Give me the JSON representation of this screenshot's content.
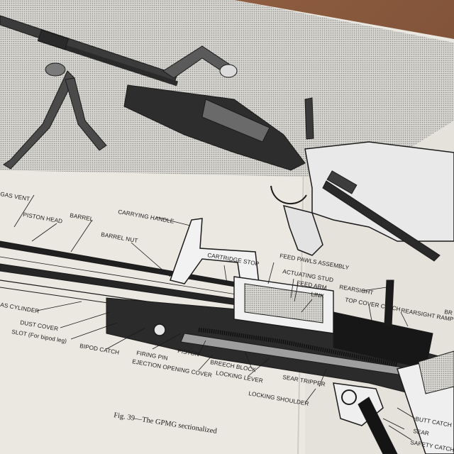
{
  "colors": {
    "table": "#8c5a3c",
    "paper": "#e9e6df",
    "paper_shadow": "#d9d6cf",
    "ink": "#1b1b1b",
    "halftone": "#b9b9b9"
  },
  "figure": {
    "caption": "Fig. 39—The GPMG sectionalized"
  },
  "labels": {
    "gas_vent": "GAS VENT",
    "piston_head": "PISTON HEAD",
    "barrel": "BARREL",
    "carrying_handle": "CARRYING HANDLE",
    "barrel_nut": "BARREL NUT",
    "cartridge_stop": "CARTRIDGE STOP",
    "feed_pawls_assembly": "FEED PAWLS ASSEMBLY",
    "actuating_stud": "ACTUATING STUD",
    "feed_arm": "FEED ARM",
    "link": "LINK",
    "rearsight": "REARSIGHT",
    "top_cover_catch": "TOP COVER CATCH",
    "rearsight_ramp": "REARSIGHT RAMP",
    "br": "BR",
    "gas_cylinder": "AS CYLINDER",
    "dust_cover": "DUST COVER",
    "slot_bipod": "SLOT (For bipod leg)",
    "bipod_catch": "BIPOD CATCH",
    "firing_pin": "FIRING PIN",
    "piston": "PISTON",
    "breech_block": "BREECH BLOCK",
    "ejection_opening_cover": "EJECTION OPENING COVER",
    "locking_lever": "LOCKING LEVER",
    "sear_tripper": "SEAR TRIPPER",
    "locking_shoulder": "LOCKING SHOULDER",
    "butt_catch": "BUTT CATCH",
    "sear": "SEAR",
    "safety_catch": "SAFETY CATCH"
  }
}
